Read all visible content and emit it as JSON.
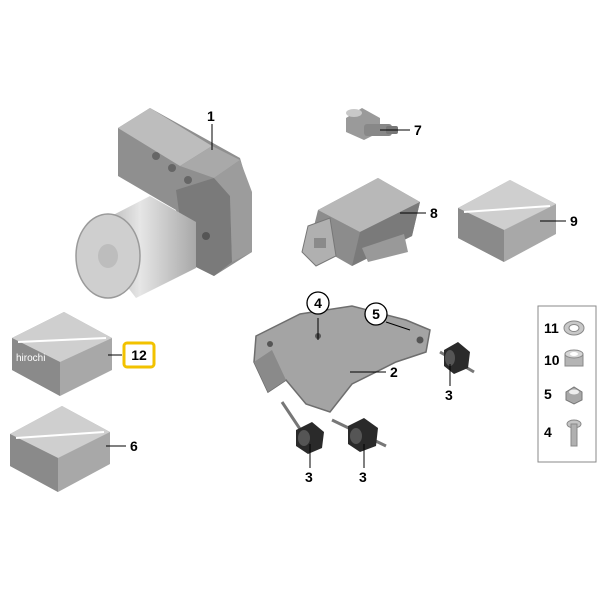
{
  "watermark": "hirochi",
  "callouts": {
    "c1": "1",
    "c2": "2",
    "c3a": "3",
    "c3b": "3",
    "c3c": "3",
    "c4": "4",
    "c5": "5",
    "c6": "6",
    "c7": "7",
    "c8": "8",
    "c9": "9",
    "c12": "12"
  },
  "hardware_legend": {
    "items": [
      {
        "number": "11",
        "icon": "flat-washer-icon"
      },
      {
        "number": "10",
        "icon": "spacer-sleeve-icon"
      },
      {
        "number": "5",
        "icon": "collar-nut-icon"
      },
      {
        "number": "4",
        "icon": "bolt-icon"
      }
    ]
  },
  "highlight_color": "#f2c200",
  "line_color": "#000000"
}
